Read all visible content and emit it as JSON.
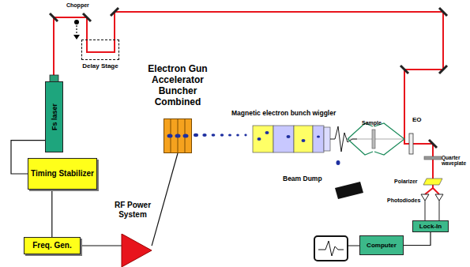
{
  "diagram": {
    "nodes": [
      {
        "text": [
          "Delay Stage"
        ]
      },
      {
        "text": [
          "Fs laser"
        ]
      },
      {
        "text": [
          "Electron Gun Accelerator Buncher Combined"
        ]
      },
      {
        "text": [
          "Timing Stabilizer"
        ]
      },
      {
        "text": [
          "RF Power System"
        ]
      },
      {
        "text": [
          "Freq. Gen."
        ]
      },
      {
        "text": [
          "Lock-In"
        ]
      },
      {
        "text": [
          "Computer"
        ]
      }
    ],
    "edges": [
      {
        "from": 1,
        "to": 3,
        "arrow": "none"
      },
      {
        "from": 3,
        "to": 5,
        "arrow": "none"
      },
      {
        "from": 5,
        "to": 4,
        "arrow": "none"
      },
      {
        "from": 4,
        "to": 2,
        "arrow": "none"
      },
      {
        "from": 7,
        "to": 6,
        "arrow": "none"
      }
    ],
    "labels": [
      "Chopper",
      "Magnetic electron bunch wiggler",
      "Sample",
      "EO",
      "Beam Dump",
      "Quarter waveplate",
      "Polarizer",
      "Photodiodes"
    ]
  }
}
